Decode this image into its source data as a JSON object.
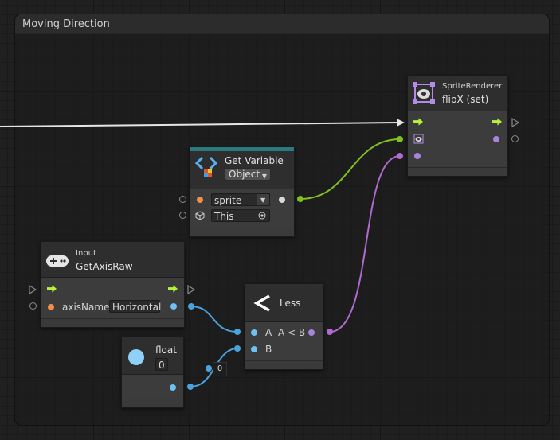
{
  "group": {
    "title": "Moving Direction"
  },
  "set_node": {
    "subtitle": "SpriteRenderer",
    "title": "flipX (set)"
  },
  "get_var_node": {
    "title": "Get Variable",
    "kind": "Object",
    "name_value": "sprite",
    "target_value": "This"
  },
  "axis_node": {
    "subtitle": "Input",
    "title": "GetAxisRaw",
    "axis_label": "axisName",
    "axis_value": "Horizontal"
  },
  "less_node": {
    "title": "Less",
    "input_a": "A",
    "input_b": "B",
    "output": "A < B"
  },
  "float_node": {
    "title": "float",
    "value": "0",
    "inline_value": "0"
  },
  "colors": {
    "control": "#ffffff",
    "boolean": "#a884e0",
    "float": "#6ec1f0",
    "object_link": "#80c020",
    "header_accent": "#2a7a80"
  },
  "icons": [
    "cube-icon",
    "gamepad-icon",
    "less-than-icon",
    "circle-icon",
    "sprite-renderer-icon",
    "variable-icon",
    "target-icon"
  ]
}
